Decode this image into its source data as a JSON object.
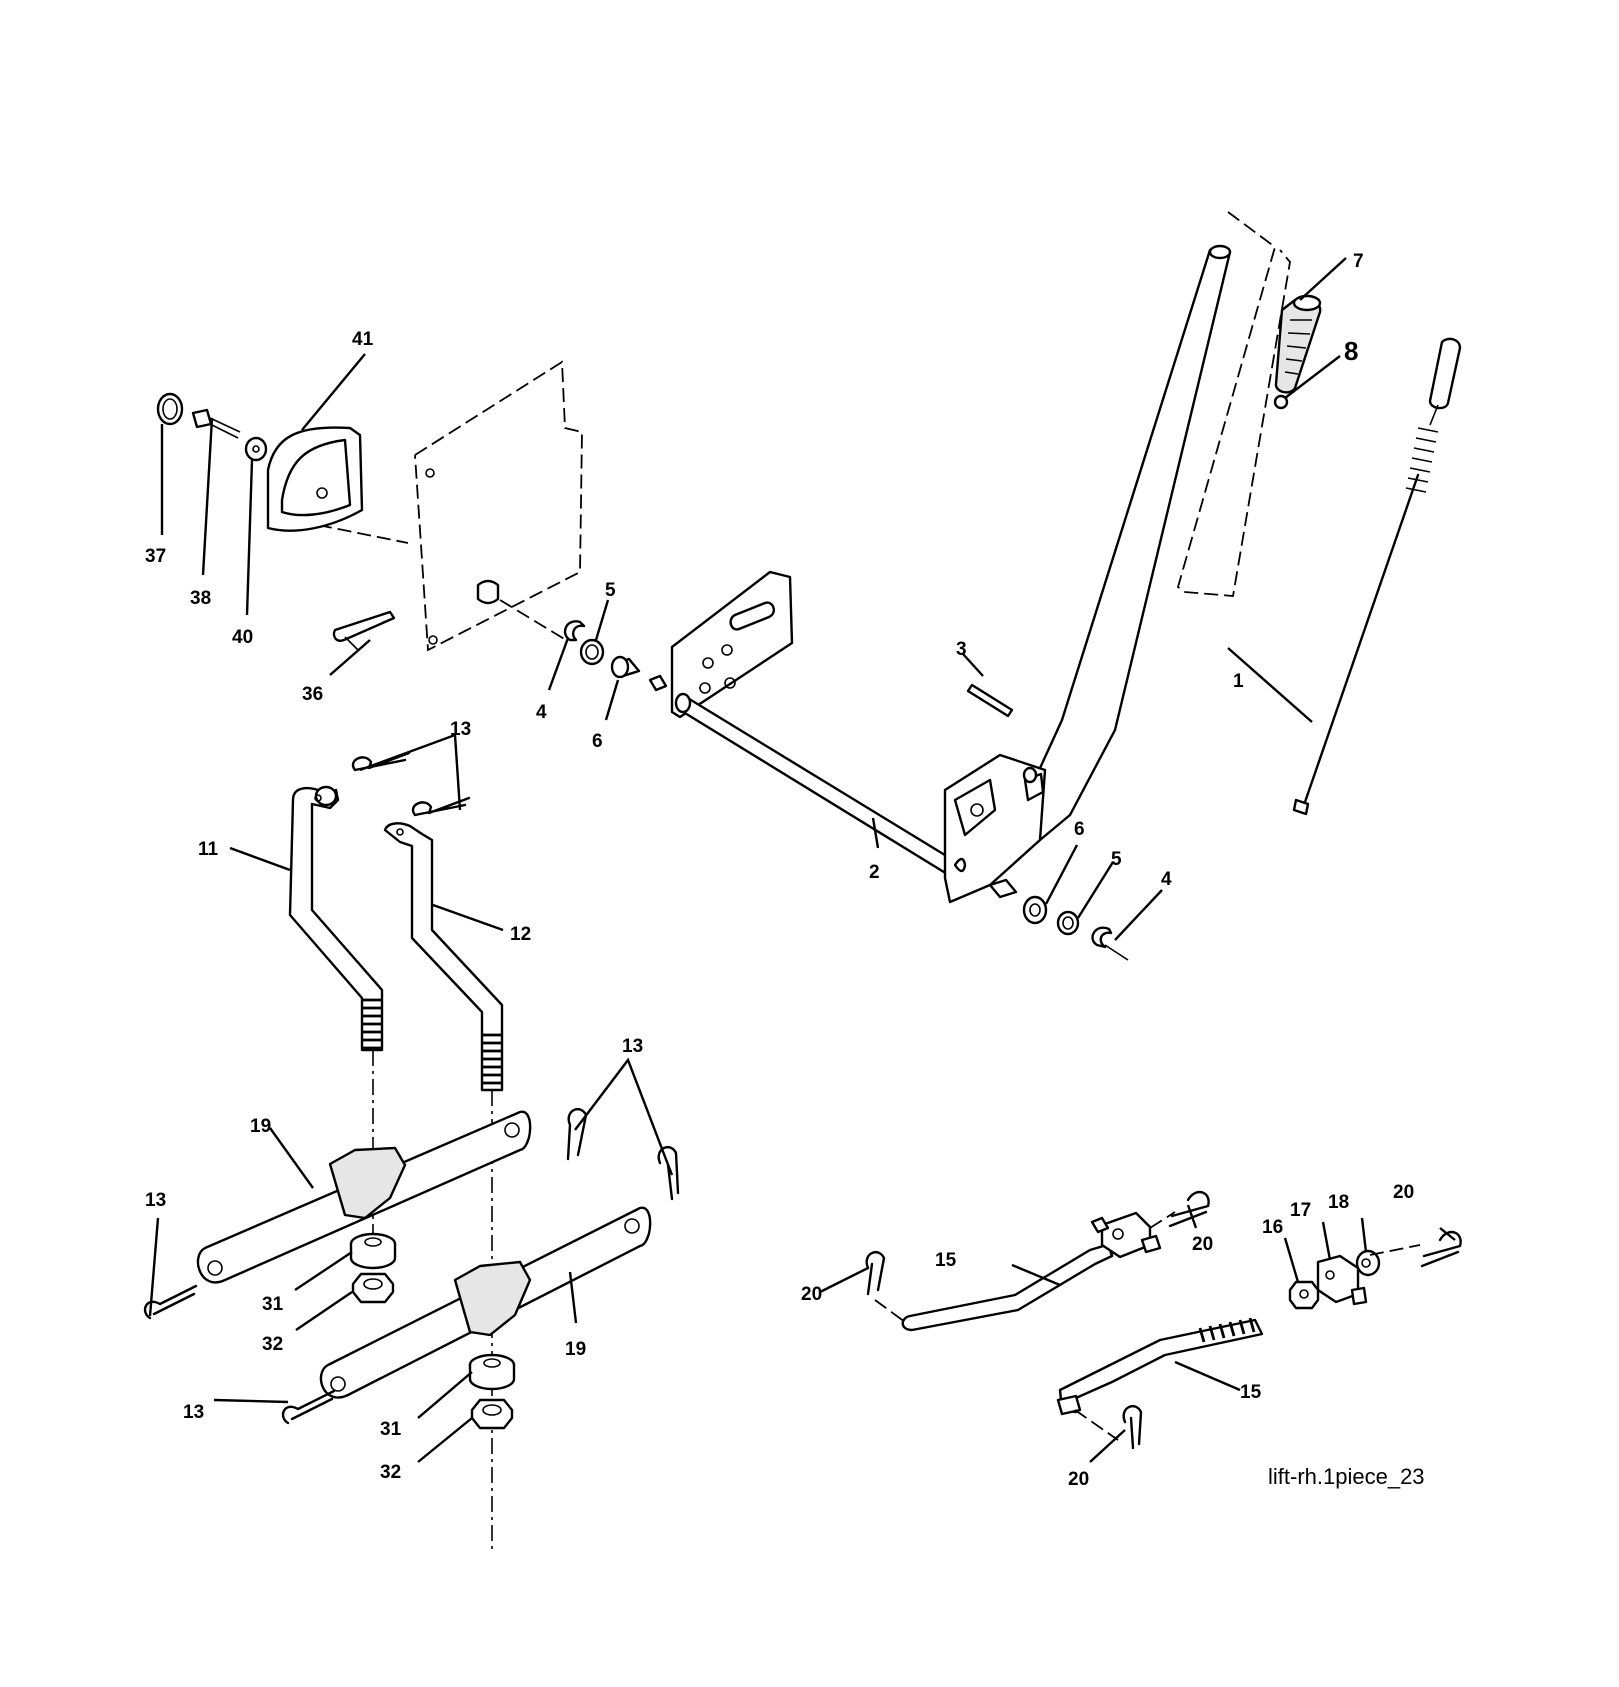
{
  "caption": "lift-rh.1piece_23",
  "callouts": {
    "p1": "1",
    "p2": "2",
    "p3": "3",
    "p4a": "4",
    "p4b": "4",
    "p5a": "5",
    "p5b": "5",
    "p6a": "6",
    "p6b": "6",
    "p7": "7",
    "p8": "8",
    "p11": "11",
    "p12": "12",
    "p13a": "13",
    "p13b": "13",
    "p13c": "13",
    "p13d": "13",
    "p15a": "15",
    "p15b": "15",
    "p16": "16",
    "p17": "17",
    "p18": "18",
    "p19a": "19",
    "p19b": "19",
    "p20a": "20",
    "p20b": "20",
    "p20c": "20",
    "p20d": "20",
    "p31a": "31",
    "p31b": "31",
    "p32a": "32",
    "p32b": "32",
    "p36": "36",
    "p37": "37",
    "p38": "38",
    "p40": "40",
    "p41": "41"
  }
}
